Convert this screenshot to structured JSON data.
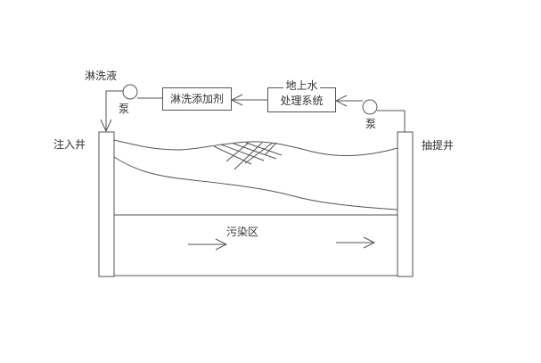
{
  "diagram": {
    "labels": {
      "washing_liquid": "淋洗液",
      "pump_left": "泵",
      "pump_right": "泵",
      "injection_well": "注入井",
      "extraction_well": "抽提井",
      "contamination_zone": "污染区"
    },
    "boxes": {
      "additive": "淋洗添加剂",
      "treatment_line1": "地上水",
      "treatment_line2": "处理系统"
    },
    "colors": {
      "line": "#555555",
      "text": "#333333",
      "background": "#ffffff"
    }
  }
}
